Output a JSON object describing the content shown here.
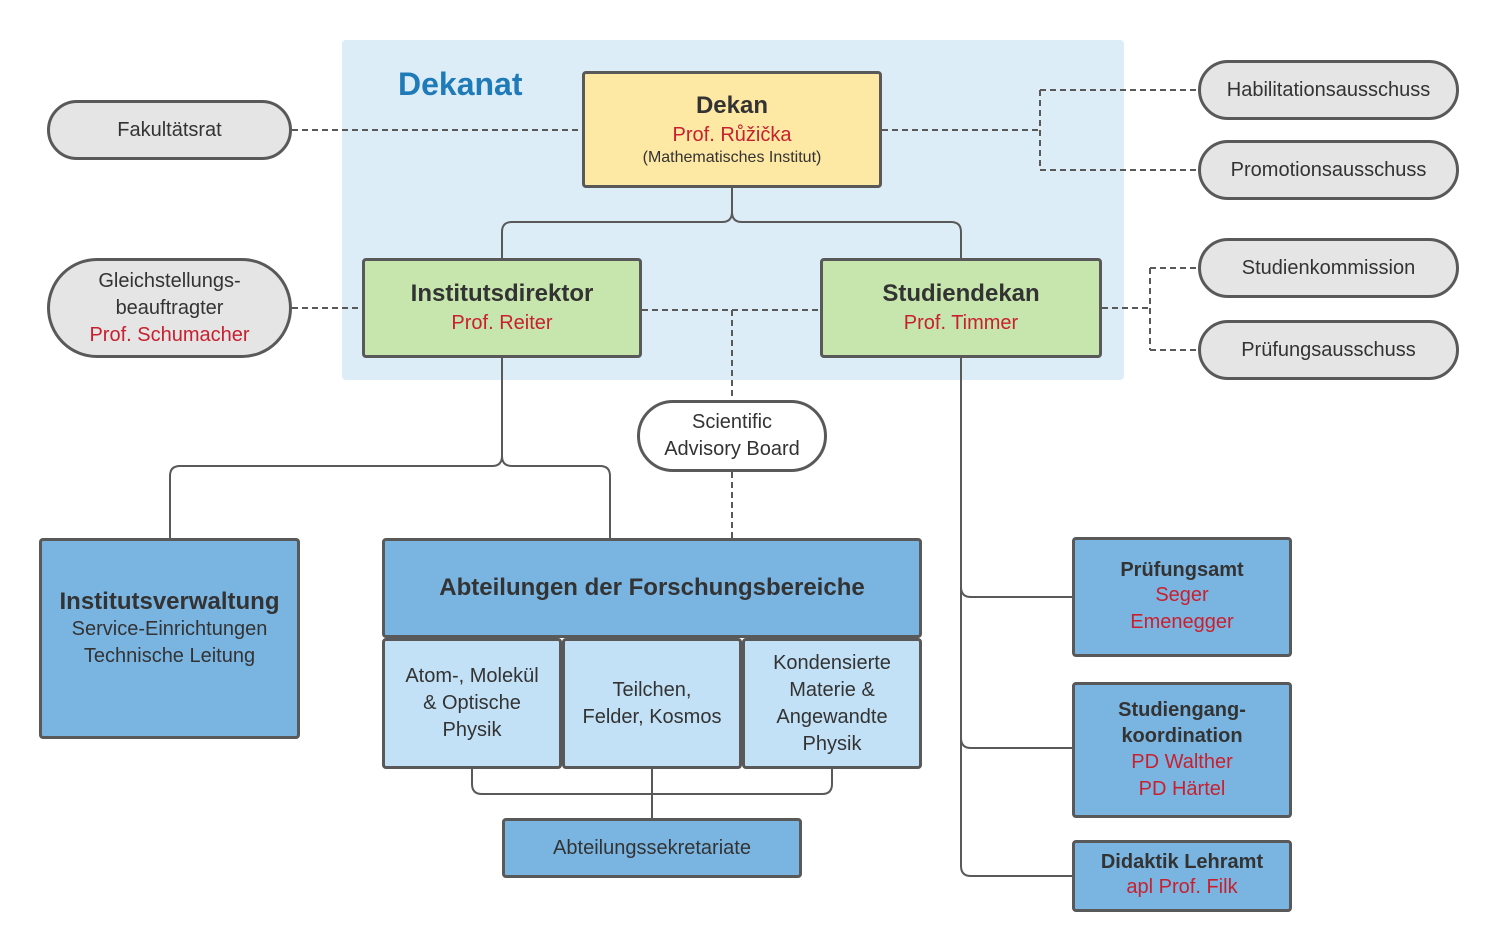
{
  "dekanat": {
    "label": "Dekanat"
  },
  "dekan": {
    "title": "Dekan",
    "person": "Prof. Růžička",
    "institute": "(Mathematisches Institut)"
  },
  "fakultaetsrat": {
    "label": "Fakultätsrat"
  },
  "habilitation": {
    "label": "Habilitationsausschuss"
  },
  "promotion": {
    "label": "Promotionsausschuss"
  },
  "gleichstellung": {
    "line1": "Gleichstellungs-",
    "line2": "beauftragter",
    "person": "Prof. Schumacher"
  },
  "institutsdirektor": {
    "title": "Institutsdirektor",
    "person": "Prof. Reiter"
  },
  "studiendekan": {
    "title": "Studiendekan",
    "person": "Prof. Timmer"
  },
  "studienkommission": {
    "label": "Studienkommission"
  },
  "pruefungsausschuss": {
    "label": "Prüfungsausschuss"
  },
  "advisory": {
    "line1": "Scientific",
    "line2": "Advisory Board"
  },
  "verwaltung": {
    "title": "Institutsverwaltung",
    "line1": "Service-Einrichtungen",
    "line2": "Technische Leitung"
  },
  "abteilungen": {
    "title": "Abteilungen der Forschungsbereiche"
  },
  "bereiche": [
    {
      "lines": [
        "Atom-, Molekül",
        "& Optische",
        "Physik"
      ]
    },
    {
      "lines": [
        "Teilchen,",
        "Felder, Kosmos"
      ]
    },
    {
      "lines": [
        "Kondensierte",
        "Materie &",
        "Angewandte",
        "Physik"
      ]
    }
  ],
  "sekretariate": {
    "label": "Abteilungssekretariate"
  },
  "pruefungsamt": {
    "title": "Prüfungsamt",
    "person1": "Seger",
    "person2": "Emenegger"
  },
  "studiengang": {
    "title1": "Studiengang-",
    "title2": "koordination",
    "person1": "PD Walther",
    "person2": "PD Härtel"
  },
  "didaktik": {
    "title": "Didaktik Lehramt",
    "person": "apl Prof. Filk"
  },
  "colors": {
    "line": "#595959",
    "dekanat_bg": "#dcedf8",
    "accent": "#1f7ab8",
    "red": "#c8202e",
    "yellow": "#fde8a4",
    "green": "#c6e6ad",
    "blue": "#7ab5e2",
    "light_blue": "#c2e1f6",
    "grey": "#e5e5e5"
  }
}
